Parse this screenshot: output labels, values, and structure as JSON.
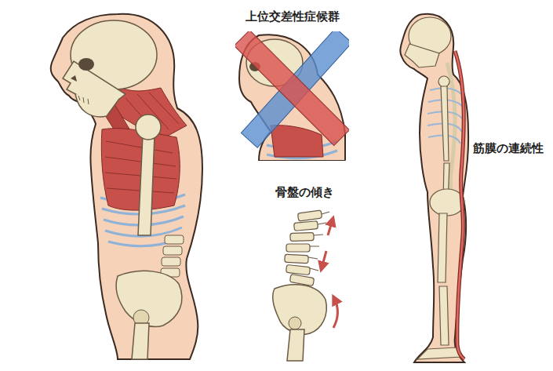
{
  "diagram": {
    "labels": [
      "上位交差性症候群",
      "骨盤の傾き",
      "筋膜の連続性"
    ]
  }
}
